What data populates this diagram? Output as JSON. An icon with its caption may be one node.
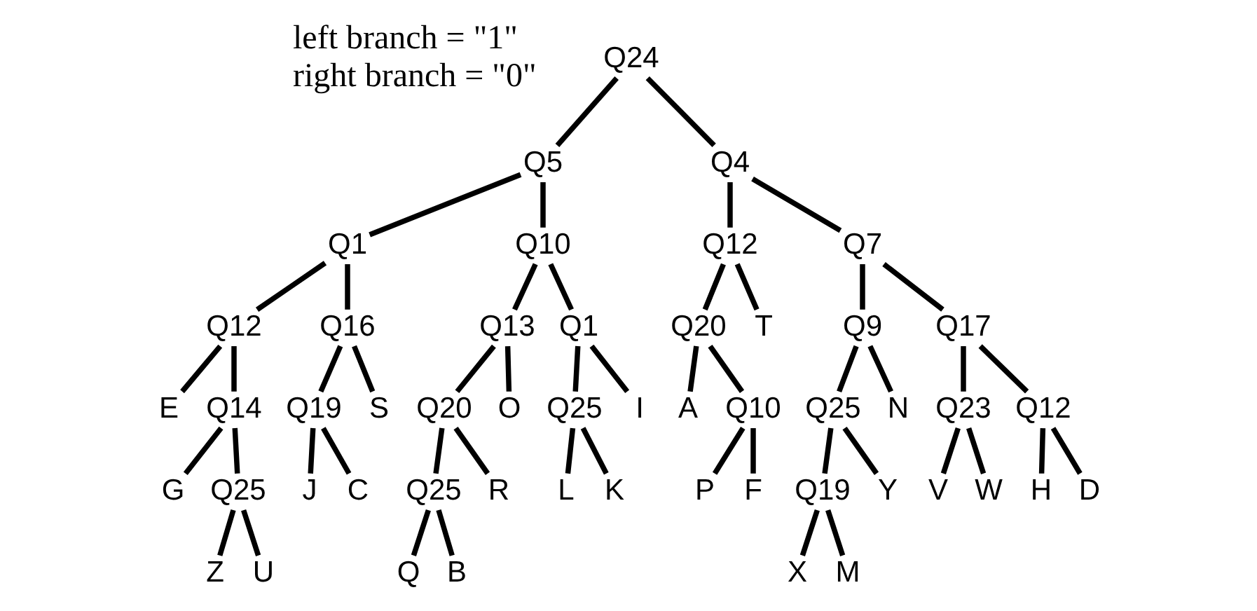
{
  "diagram": {
    "nodes": [
      {
        "text": [
          "Q24"
        ]
      },
      {
        "text": [
          "Q5"
        ]
      },
      {
        "text": [
          "Q4"
        ]
      },
      {
        "text": [
          "Q1"
        ]
      },
      {
        "text": [
          "Q10"
        ]
      },
      {
        "text": [
          "Q12"
        ]
      },
      {
        "text": [
          "Q7"
        ]
      },
      {
        "text": [
          "Q12"
        ]
      },
      {
        "text": [
          "Q16"
        ]
      },
      {
        "text": [
          "Q13"
        ]
      },
      {
        "text": [
          "Q1"
        ]
      },
      {
        "text": [
          "Q20"
        ]
      },
      {
        "text": [
          "T"
        ]
      },
      {
        "text": [
          "Q9"
        ]
      },
      {
        "text": [
          "Q17"
        ]
      },
      {
        "text": [
          "E"
        ]
      },
      {
        "text": [
          "Q14"
        ]
      },
      {
        "text": [
          "Q19"
        ]
      },
      {
        "text": [
          "S"
        ]
      },
      {
        "text": [
          "Q20"
        ]
      },
      {
        "text": [
          "O"
        ]
      },
      {
        "text": [
          "Q25"
        ]
      },
      {
        "text": [
          "I"
        ]
      },
      {
        "text": [
          "A"
        ]
      },
      {
        "text": [
          "Q10"
        ]
      },
      {
        "text": [
          "Q25"
        ]
      },
      {
        "text": [
          "N"
        ]
      },
      {
        "text": [
          "Q23"
        ]
      },
      {
        "text": [
          "Q12"
        ]
      },
      {
        "text": [
          "G"
        ]
      },
      {
        "text": [
          "Q25"
        ]
      },
      {
        "text": [
          "J"
        ]
      },
      {
        "text": [
          "C"
        ]
      },
      {
        "text": [
          "Q25"
        ]
      },
      {
        "text": [
          "R"
        ]
      },
      {
        "text": [
          "L"
        ]
      },
      {
        "text": [
          "K"
        ]
      },
      {
        "text": [
          "P"
        ]
      },
      {
        "text": [
          "F"
        ]
      },
      {
        "text": [
          "Q19"
        ]
      },
      {
        "text": [
          "Y"
        ]
      },
      {
        "text": [
          "V"
        ]
      },
      {
        "text": [
          "W"
        ]
      },
      {
        "text": [
          "H"
        ]
      },
      {
        "text": [
          "D"
        ]
      },
      {
        "text": [
          "Z"
        ]
      },
      {
        "text": [
          "U"
        ]
      },
      {
        "text": [
          "Q"
        ]
      },
      {
        "text": [
          "B"
        ]
      },
      {
        "text": [
          "X"
        ]
      },
      {
        "text": [
          "M"
        ]
      }
    ],
    "edges": [
      {
        "from": 0,
        "to": 1,
        "arrow": "none"
      },
      {
        "from": 0,
        "to": 2,
        "arrow": "none"
      },
      {
        "from": 1,
        "to": 3,
        "arrow": "none"
      },
      {
        "from": 1,
        "to": 4,
        "arrow": "none"
      },
      {
        "from": 2,
        "to": 5,
        "arrow": "none"
      },
      {
        "from": 2,
        "to": 6,
        "arrow": "none"
      },
      {
        "from": 3,
        "to": 7,
        "arrow": "none"
      },
      {
        "from": 3,
        "to": 8,
        "arrow": "none"
      },
      {
        "from": 4,
        "to": 9,
        "arrow": "none"
      },
      {
        "from": 4,
        "to": 10,
        "arrow": "none"
      },
      {
        "from": 5,
        "to": 11,
        "arrow": "none"
      },
      {
        "from": 5,
        "to": 12,
        "arrow": "none"
      },
      {
        "from": 6,
        "to": 13,
        "arrow": "none"
      },
      {
        "from": 6,
        "to": 14,
        "arrow": "none"
      },
      {
        "from": 7,
        "to": 15,
        "arrow": "none"
      },
      {
        "from": 7,
        "to": 16,
        "arrow": "none"
      },
      {
        "from": 8,
        "to": 17,
        "arrow": "none"
      },
      {
        "from": 8,
        "to": 18,
        "arrow": "none"
      },
      {
        "from": 9,
        "to": 19,
        "arrow": "none"
      },
      {
        "from": 9,
        "to": 20,
        "arrow": "none"
      },
      {
        "from": 10,
        "to": 21,
        "arrow": "none"
      },
      {
        "from": 10,
        "to": 22,
        "arrow": "none"
      },
      {
        "from": 11,
        "to": 23,
        "arrow": "none"
      },
      {
        "from": 11,
        "to": 24,
        "arrow": "none"
      },
      {
        "from": 13,
        "to": 25,
        "arrow": "none"
      },
      {
        "from": 13,
        "to": 26,
        "arrow": "none"
      },
      {
        "from": 14,
        "to": 27,
        "arrow": "none"
      },
      {
        "from": 14,
        "to": 28,
        "arrow": "none"
      },
      {
        "from": 16,
        "to": 29,
        "arrow": "none"
      },
      {
        "from": 16,
        "to": 30,
        "arrow": "none"
      },
      {
        "from": 17,
        "to": 31,
        "arrow": "none"
      },
      {
        "from": 17,
        "to": 32,
        "arrow": "none"
      },
      {
        "from": 19,
        "to": 33,
        "arrow": "none"
      },
      {
        "from": 19,
        "to": 34,
        "arrow": "none"
      },
      {
        "from": 21,
        "to": 35,
        "arrow": "none"
      },
      {
        "from": 21,
        "to": 36,
        "arrow": "none"
      },
      {
        "from": 24,
        "to": 37,
        "arrow": "none"
      },
      {
        "from": 24,
        "to": 38,
        "arrow": "none"
      },
      {
        "from": 25,
        "to": 39,
        "arrow": "none"
      },
      {
        "from": 25,
        "to": 40,
        "arrow": "none"
      },
      {
        "from": 27,
        "to": 41,
        "arrow": "none"
      },
      {
        "from": 27,
        "to": 42,
        "arrow": "none"
      },
      {
        "from": 28,
        "to": 43,
        "arrow": "none"
      },
      {
        "from": 28,
        "to": 44,
        "arrow": "none"
      },
      {
        "from": 30,
        "to": 45,
        "arrow": "none"
      },
      {
        "from": 30,
        "to": 46,
        "arrow": "none"
      },
      {
        "from": 33,
        "to": 47,
        "arrow": "none"
      },
      {
        "from": 33,
        "to": 48,
        "arrow": "none"
      },
      {
        "from": 39,
        "to": 49,
        "arrow": "none"
      },
      {
        "from": 39,
        "to": 50,
        "arrow": "none"
      }
    ],
    "labels": [
      "left branch = \"1\"",
      "right branch = \"0\""
    ]
  }
}
